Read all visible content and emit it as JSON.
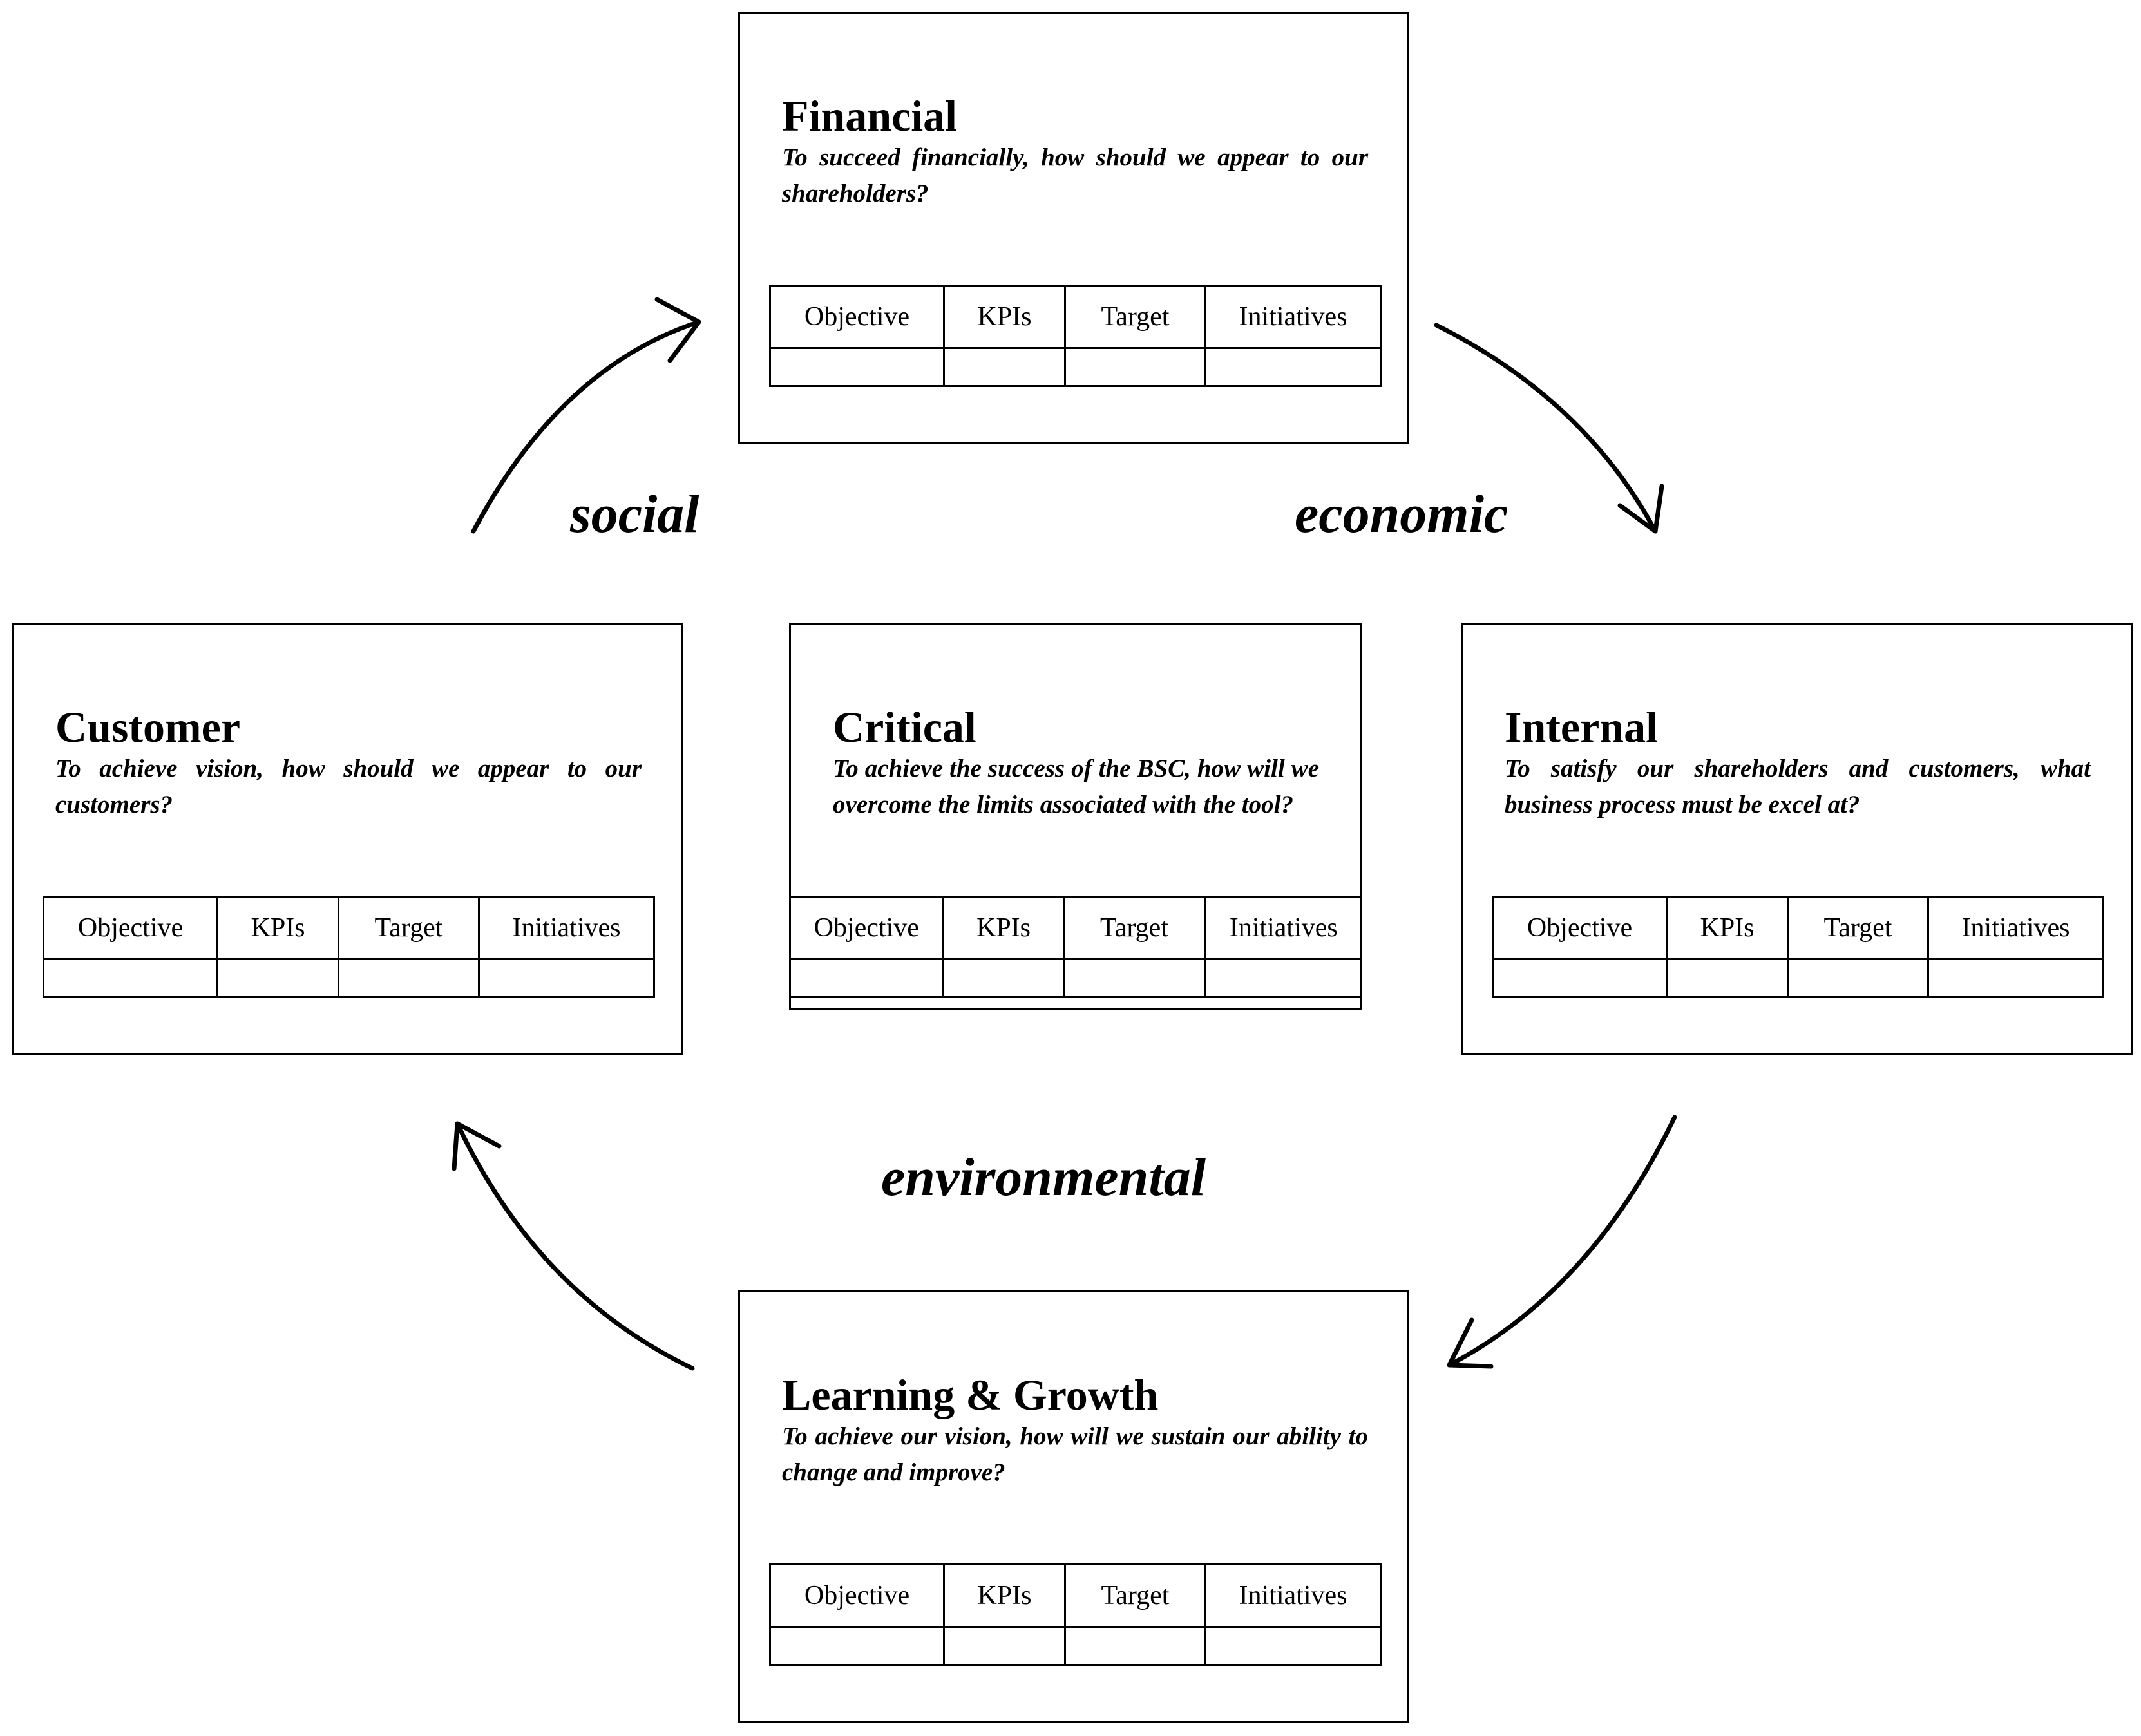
{
  "columns": [
    "Objective",
    "KPIs",
    "Target",
    "Initiatives"
  ],
  "perspectives": {
    "financial": {
      "title": "Financial",
      "question": "To succeed financially, how should we appear to our shareholders?"
    },
    "customer": {
      "title": "Customer",
      "question": "To achieve vision, how should we appear to our customers?"
    },
    "critical": {
      "title": "Critical",
      "question": "To achieve the success of the BSC, how will we overcome the limits associated with the tool?"
    },
    "internal": {
      "title": "Internal",
      "question": "To satisfy our shareholders and customers, what business process must be excel at?"
    },
    "learning": {
      "title": "Learning & Growth",
      "question": "To achieve our vision, how will we sustain our ability to change and improve?"
    }
  },
  "pillars": {
    "social": "social",
    "economic": "economic",
    "environmental": "environmental"
  }
}
